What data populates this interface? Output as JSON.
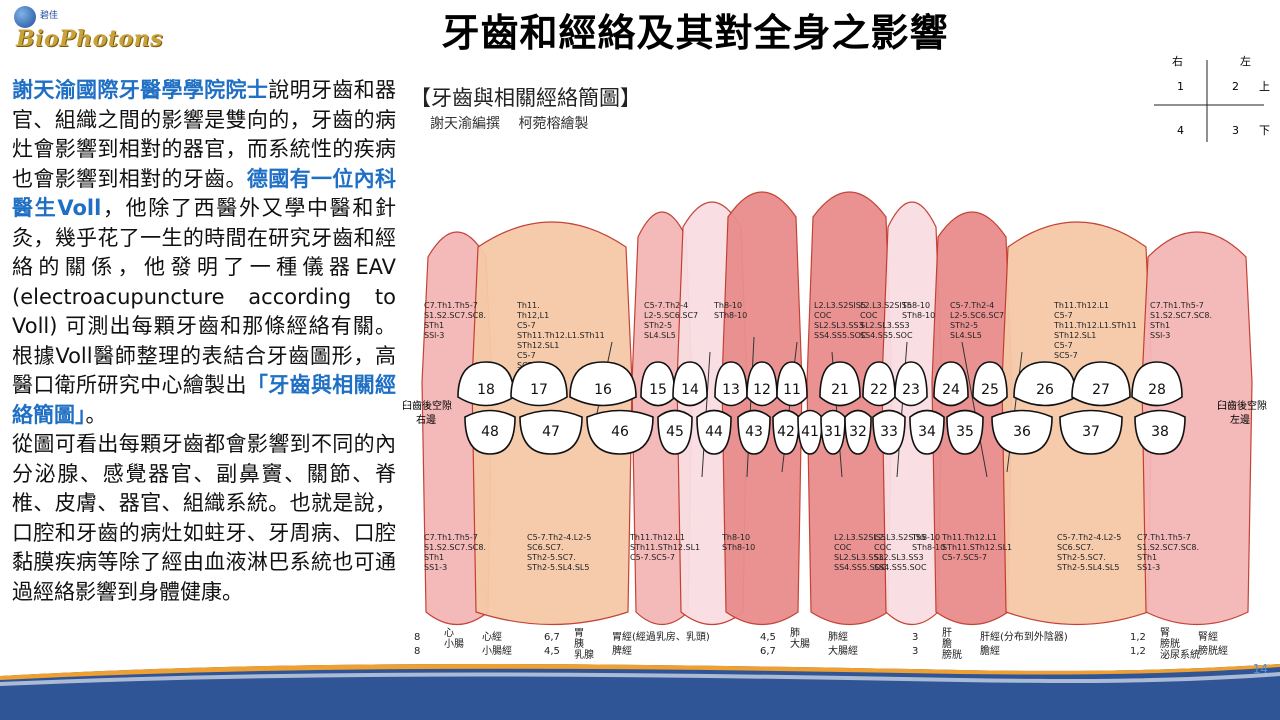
{
  "logo": {
    "small": "碧佳",
    "text": "BioPhotons"
  },
  "title": "牙齒和經絡及其對全身之影響",
  "body": {
    "p1_hl": "謝天渝國際牙醫學學院院士",
    "p1_a": "說明牙齒和器官、組織之間的影響是雙向的，牙齒的病灶會影響到相對的器官，而系統性的疾病也會影響到相對的牙齒。",
    "p1_hl2": "德國有一位內科醫生Voll",
    "p1_b": "，他除了西醫外又學中醫和針灸，幾乎花了一生的時間在研究牙齒和經絡的關係，他發明了一種儀器EAV (electroacupuncture according to Voll) 可測出每顆牙齒和那條經絡有關。根據Voll醫師整理的表結合牙齒圖形，高醫口衛所研究中心繪製出",
    "p1_hl3": "「牙齒與相關經絡簡圖」",
    "p1_c": "。",
    "p2": "從圖可看出每顆牙齒都會影響到不同的內分泌腺、感覺器官、副鼻竇、關節、脊椎、皮膚、器官、組織系統。也就是說，口腔和牙齒的病灶如蛀牙、牙周病、口腔黏膜疾病等除了經由血液淋巴系統也可通過經絡影響到身體健康。"
  },
  "figure": {
    "title": "【牙齒與相關經絡簡圖】",
    "authors": "謝天渝編撰 柯菀榕繪製",
    "quadrant": {
      "right": "右",
      "left": "左",
      "q1": "1",
      "q2": "2",
      "q3": "3",
      "q4": "4",
      "upper": "上",
      "lower": "下"
    },
    "side_right": [
      "臼齒後空隙",
      "右邊"
    ],
    "side_left": [
      "臼齒後空隙",
      "左邊"
    ],
    "upper_teeth": [
      "18",
      "17",
      "16",
      "15",
      "14",
      "13",
      "12",
      "11",
      "21",
      "22",
      "23",
      "24",
      "25",
      "26",
      "27",
      "28"
    ],
    "lower_teeth": [
      "48",
      "47",
      "46",
      "45",
      "44",
      "43",
      "42",
      "41",
      "31",
      "32",
      "33",
      "34",
      "35",
      "36",
      "37",
      "38"
    ],
    "upper_spine_labels": [
      "C7.Th1.Th5-7 S1.S2.SC7.SC8. STh1 SSl-3",
      "Th11. Th12,L1 C5-7 STh11.Th12.L1.STh11 STh12.SL1 C5-7 SC5-7",
      "C5-7.Th2-4 L2-5.SC6.SC7 STh2-5 SL4.SL5",
      "Th8-10 STh8-10",
      "L2.L3.S2SIS5 COC SL2.SL3.SS3 SS4.SS5.SOC",
      "L2.L3.S2SIS5 COC SL2.SL3.SS3 SS4.SS5.SOC",
      "Th8-10 STh8-10",
      "C5-7.Th2-4 L2-5.SC6.SC7 STh2-5 SL4.SL5",
      "Th11.Th12.L1 C5-7 Th11.Th12.L1.STh11 STh12.SL1 C5-7 SC5-7",
      "C7.Th1.Th5-7 S1.S2.SC7.SC8. STh1 SSl-3"
    ],
    "lower_spine_labels": [
      "C7.Th1.Th5-7 S1.S2.SC7.SC8. STh1 SS1-3",
      "C5-7.Th2-4.L2-5 SC6.SC7. STh2-5.SC7. STh2-5.SL4.SL5",
      "Th11.Th12.L1 STh11.STh12.SL1 C5-7.SC5-7",
      "Th8-10 STh8-10",
      "L2.L3.S2SIS5 COC SL2.SL3.SS3 SS4.SS5.SOC",
      "L2.L3.S2SIS5 COC SL2.SL3.SS3 SS4.SS5.SOC",
      "Th8-10 STh8-10",
      "Th11.Th12.L1 STh11.STh12.SL1 C5-7.SC5-7",
      "C5-7.Th2-4.L2-5 SC6.SC7. STh2-5.SC7. STh2-5.SL4.SL5",
      "C7.Th1.Th5-7 S1.S2.SC7.SC8. STh1 SS1-3"
    ],
    "legend": [
      {
        "nums": "8 / 8",
        "organs": "心 / 小腸",
        "meridians": "心經 / 小腸經"
      },
      {
        "nums": "6,7 / 4,5",
        "organs": "胃 / 胰 / 乳腺",
        "meridians": "胃經(經過乳房、乳頭) / 脾經"
      },
      {
        "nums": "4,5 / 6,7",
        "organs": "肺 / 大腸",
        "meridians": "肺經 / 大腸經"
      },
      {
        "nums": "3 / 3",
        "organs": "肝 / 膽 / 膀胱",
        "meridians": "肝經(分布到外陰器) / 膽經"
      },
      {
        "nums": "1,2 / 1,2",
        "organs": "腎 / 膀胱 / 泌尿系統",
        "meridians": "腎經 / 膀胱經"
      }
    ]
  },
  "page_number": "14",
  "colors": {
    "accent": "#1f6fc4",
    "pink": "#f4b6b6",
    "salmon": "#e98d8d",
    "peach": "#f6c9a8",
    "lightpink": "#f9dde2",
    "band_blue": "#2f5597",
    "band_orange": "#f0a030"
  }
}
